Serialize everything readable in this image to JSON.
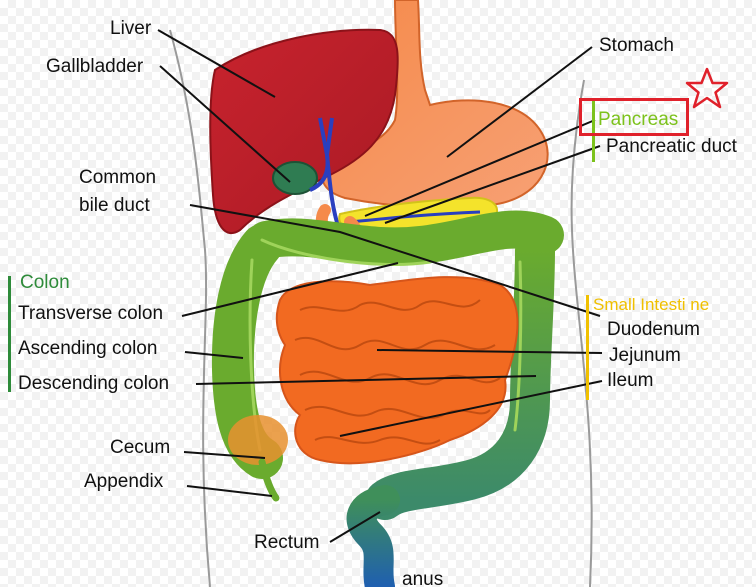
{
  "labels": {
    "liver": "Liver",
    "gallbladder": "Gallbladder",
    "common_bile_duct_1": "Common",
    "common_bile_duct_2": "bile duct",
    "stomach": "Stomach",
    "pancreas": "Pancreas",
    "pancreatic_duct": "Pancreatic duct",
    "colon": "Colon",
    "transverse_colon": "Transverse colon",
    "ascending_colon": "Ascending colon",
    "descending_colon": "Descending colon",
    "cecum": "Cecum",
    "appendix": "Appendix",
    "rectum": "Rectum",
    "anus": "anus",
    "small_intestine": "Small Intesti ne",
    "duodenum": "Duodenum",
    "jejunum": "Jejunum",
    "ileum": "Ileum"
  },
  "colors": {
    "liver": "#c4202b",
    "stomach": "#f6915b",
    "colon": "#6aab2e",
    "small_intestine": "#f26a21",
    "pancreas": "#f4e32b",
    "highlight": "#e0212b",
    "group_colon": "#2e8b3a",
    "group_small_intestine": "#f0c000",
    "pancreas_label": "#7cc21c"
  },
  "annotation": {
    "highlighted_label": "pancreas",
    "marker_icon": "star-icon"
  }
}
